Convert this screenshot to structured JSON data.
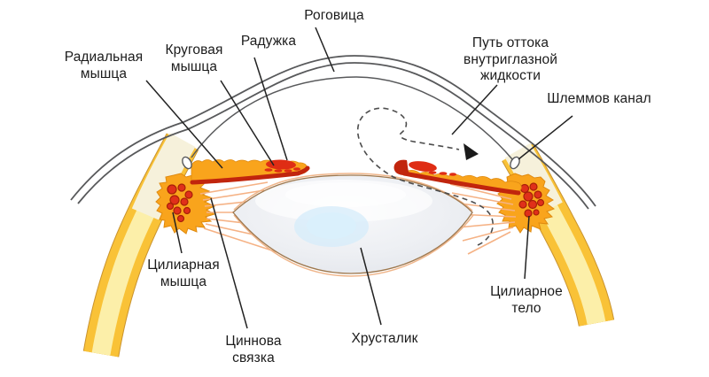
{
  "figure": {
    "kind": "anatomical-diagram",
    "labels": {
      "cornea": "Роговица",
      "iris": "Радужка",
      "circular_muscle": "Круговая\nмышца",
      "radial_muscle": "Радиальная\nмышца",
      "outflow_path": "Путь оттока\nвнутриглазной\nжидкости",
      "schlemm_canal": "Шлеммов канал",
      "ciliary_muscle": "Цилиарная\nмышца",
      "zinn_ligament": "Циннова\nсвязка",
      "lens": "Хрусталик",
      "ciliary_body": "Цилиарное\nтело"
    },
    "colors": {
      "background": "#ffffff",
      "iris_orange": "#F9A41C",
      "muscle_dark_red": "#C1250D",
      "muscle_red": "#E0301A",
      "sclera_pale": "#FCEFA9",
      "sclera_gold": "#F9C237",
      "sclera_outline": "#C9932F",
      "limbus_cream": "#F6F1DB",
      "lens_fill": "#EDEFF3",
      "lens_outline": "#9E784E",
      "lens_blue_spot": "#D7ECFA",
      "zonule_fiber": "#F5B285",
      "outline_gray": "#58595B",
      "leader_line": "#222222"
    }
  }
}
